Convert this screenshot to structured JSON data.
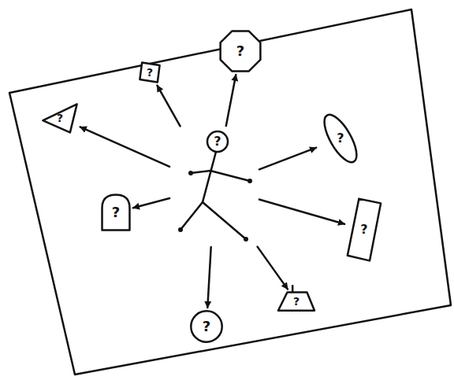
{
  "diagram": {
    "nodes": [
      {
        "text": [
          "?"
        ]
      },
      {
        "text": [
          "?"
        ]
      },
      {
        "text": [
          "?"
        ]
      },
      {
        "text": [
          "?"
        ]
      },
      {
        "text": [
          "?"
        ]
      },
      {
        "text": [
          "?"
        ]
      },
      {
        "text": [
          "?"
        ]
      },
      {
        "text": [
          "?"
        ]
      },
      {
        "text": [
          "?"
        ]
      }
    ],
    "edges": [
      {
        "from": 4,
        "to": 0,
        "arrow": "to"
      },
      {
        "from": 4,
        "to": 1,
        "arrow": "to"
      },
      {
        "from": 4,
        "to": 2,
        "arrow": "to"
      },
      {
        "from": 4,
        "to": 3,
        "arrow": "to"
      },
      {
        "from": 4,
        "to": 5,
        "arrow": "to"
      },
      {
        "from": 4,
        "to": 6,
        "arrow": "to"
      },
      {
        "from": 4,
        "to": 7,
        "arrow": "to"
      },
      {
        "from": 4,
        "to": 8,
        "arrow": "to"
      }
    ]
  }
}
